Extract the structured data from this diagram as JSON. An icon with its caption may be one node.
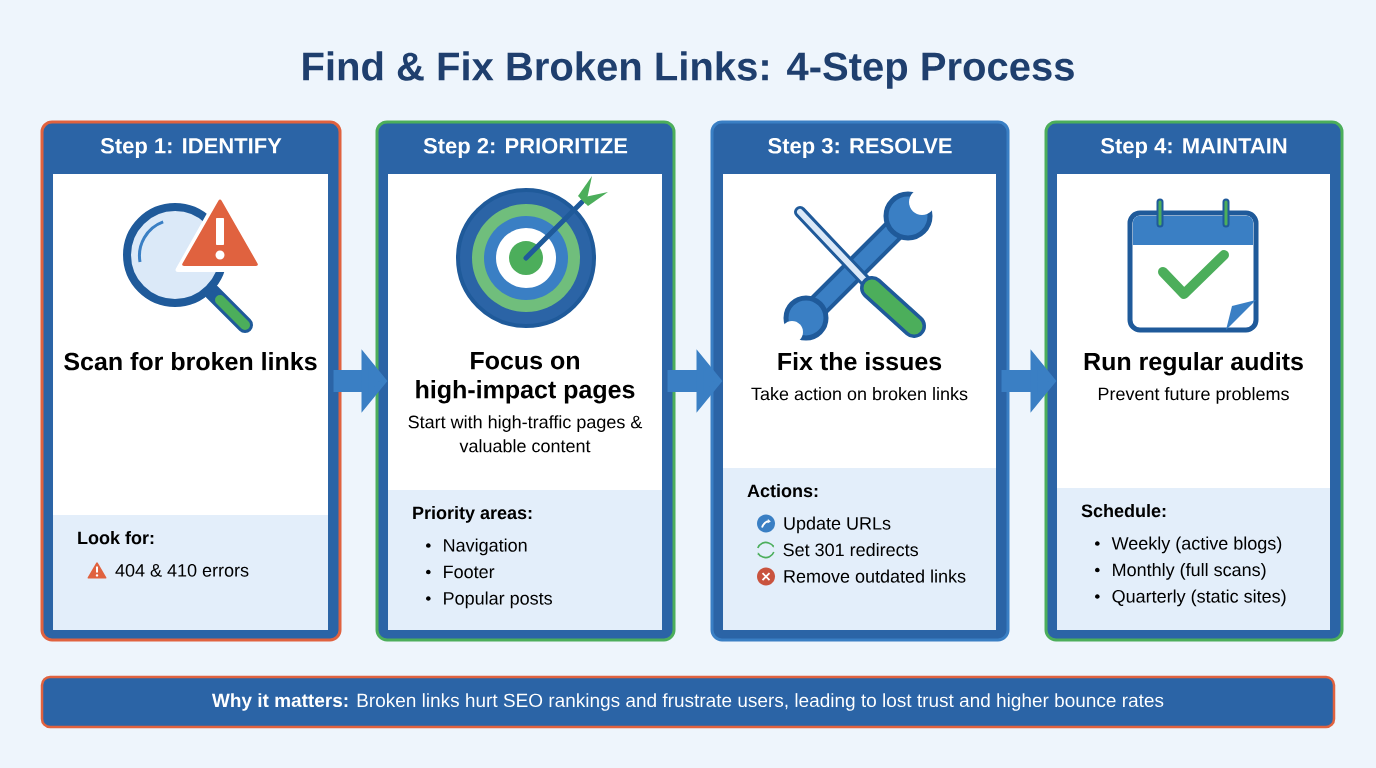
{
  "diagram": {
    "title": "Find & Fix Broken Links: 4-Step Process",
    "nodes": [
      {
        "text": [
          "Step 1: IDENTIFY"
        ]
      },
      {
        "text": [
          "Scan for broken links"
        ],
        "in": 0
      },
      {
        "text": [
          "Look for:",
          "404 & 410 errors"
        ],
        "in": 0
      },
      {
        "text": [
          "Step 2: PRIORITIZE"
        ]
      },
      {
        "text": [
          "Focus on high-impact pages",
          "Start with high-traffic pages & valuable content"
        ],
        "in": 3
      },
      {
        "text": [
          "Priority areas:",
          "Navigation",
          "Footer",
          "Popular posts"
        ],
        "in": 3
      },
      {
        "text": [
          "Step 3: RESOLVE"
        ]
      },
      {
        "text": [
          "Fix the issues",
          "Take action on broken links"
        ],
        "in": 6
      },
      {
        "text": [
          "Actions:",
          "Update URLs",
          "Set 301 redirects",
          "Remove outdated links"
        ],
        "in": 6
      },
      {
        "text": [
          "Step 4: MAINTAIN"
        ]
      },
      {
        "text": [
          "Run regular audits",
          "Prevent future problems"
        ],
        "in": 9
      },
      {
        "text": [
          "Schedule:",
          "Weekly (active blogs)",
          "Monthly (full scans)",
          "Quarterly (static sites)"
        ],
        "in": 9
      },
      {
        "text": [
          "**Why it matters:** Broken links hurt SEO rankings and frustrate users, leading to lost trust and higher bounce rates"
        ]
      }
    ],
    "edges": [
      {
        "from": 0,
        "to": 3,
        "arrow": "to"
      },
      {
        "from": 3,
        "to": 6,
        "arrow": "to"
      },
      {
        "from": 6,
        "to": 9,
        "arrow": "to"
      }
    ]
  }
}
